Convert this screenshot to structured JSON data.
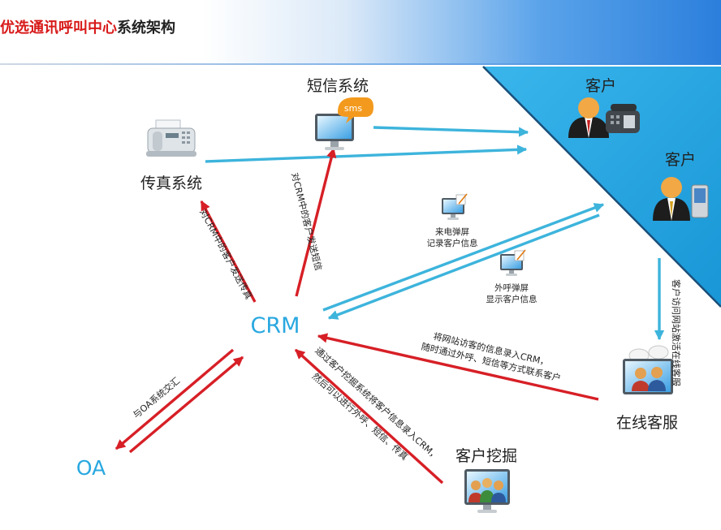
{
  "header": {
    "title_highlight": "优选通讯呼叫中心",
    "title_rest": "系统架构"
  },
  "nodes": {
    "sms": "短信系统",
    "sms_badge": "sms",
    "fax": "传真系统",
    "crm": "CRM",
    "oa": "OA",
    "customer_1": "客户",
    "customer_2": "客户",
    "online": "在线客服",
    "mining": "客户挖掘"
  },
  "labels": {
    "incoming_l1": "来电弹屏",
    "incoming_l2": "记录客户信息",
    "outgoing_l1": "外呼弹屏",
    "outgoing_l2": "显示客户信息",
    "sms_arrow": "对CRM中的客户发送短信",
    "fax_arrow": "对CRM中的客户发送传真",
    "oa_arrow": "与OA系统交汇",
    "web_l1": "将网站访客的信息录入CRM，",
    "web_l2": "随时通过外呼、短信等方式联系客户",
    "mining_l1": "通过客户挖掘系统将客户信息录入CRM，",
    "mining_l2": "然后可以进行外呼、短信、传真",
    "online_arrow": "客户访问网站激活在线客服"
  },
  "colors": {
    "red_arrow": "#d71f26",
    "blue_arrow": "#3db4dc",
    "triangle": "#29a8e0",
    "crm_text": "#29a8e0"
  }
}
